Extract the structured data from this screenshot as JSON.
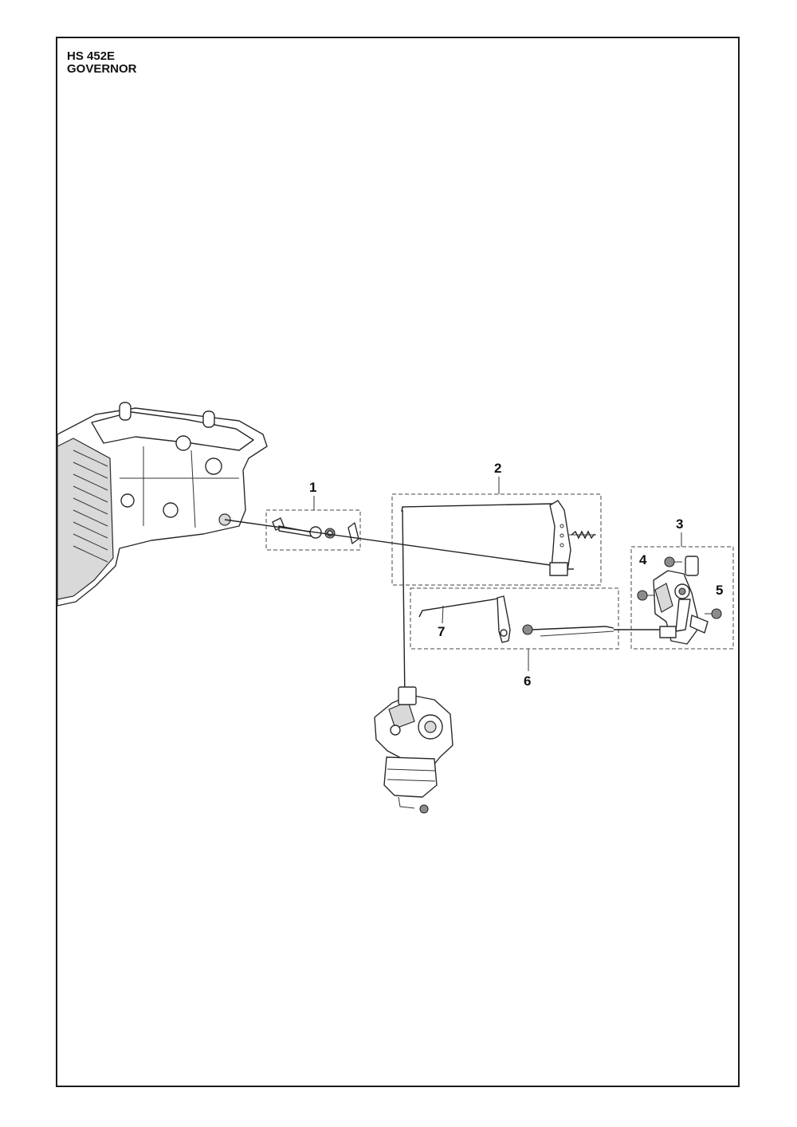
{
  "header": {
    "model": "HS 452E",
    "section": "GOVERNOR"
  },
  "callouts": [
    {
      "id": "1",
      "label": "1"
    },
    {
      "id": "2",
      "label": "2"
    },
    {
      "id": "3",
      "label": "3"
    },
    {
      "id": "4",
      "label": "4"
    },
    {
      "id": "5",
      "label": "5"
    },
    {
      "id": "6",
      "label": "6"
    },
    {
      "id": "7",
      "label": "7"
    }
  ]
}
